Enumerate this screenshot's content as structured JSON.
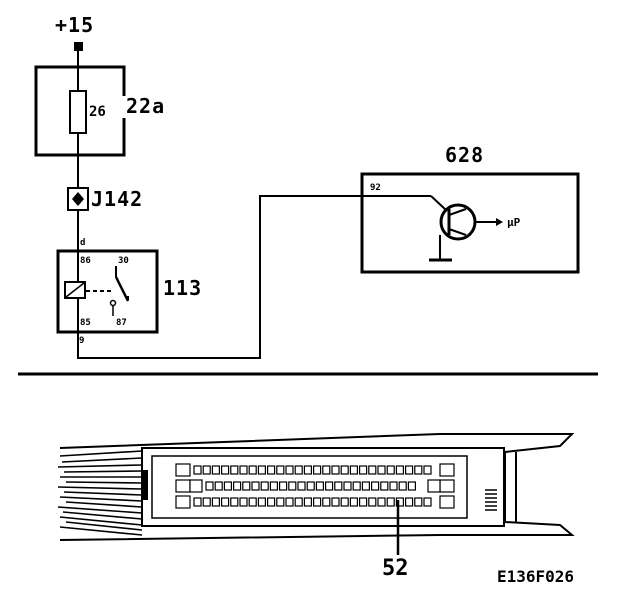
{
  "supply": {
    "label": "+15"
  },
  "fuse_box": {
    "id": "22a",
    "rating": "26"
  },
  "connector": {
    "id": "J142"
  },
  "relay": {
    "id": "113",
    "pin_in": "d",
    "pin_86": "86",
    "pin_30": "30",
    "pin_85": "85",
    "pin_87": "87",
    "pin_out": "9"
  },
  "control_unit": {
    "id": "628",
    "pin": "92",
    "output": "µP"
  },
  "ecu_connector": {
    "pin": "52"
  },
  "figure_code": "E136F026"
}
